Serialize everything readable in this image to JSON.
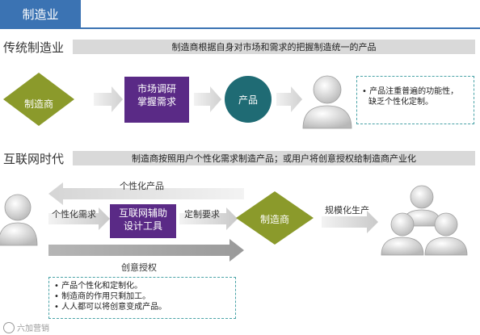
{
  "header": {
    "title": "制造业"
  },
  "traditional": {
    "label": "传统制造业",
    "description": "制造商根据自身对市场和需求的把握制造统一的产品",
    "manufacturer": "制造商",
    "research_line1": "市场调研",
    "research_line2": "掌握需求",
    "product": "产品",
    "note_lines": [
      "• 产品注重普遍的功能性，",
      "缺乏个性化定制。"
    ]
  },
  "internet": {
    "label": "互联网时代",
    "description": "制造商按照用户个性化需求制造产品；或用户将创意授权给制造商产业化",
    "personalized_product": "个性化产品",
    "personalized_demand": "个性化需求",
    "tool_line1": "互联网辅助",
    "tool_line2": "设计工具",
    "custom_request": "定制要求",
    "manufacturer": "制造商",
    "mass_production": "规模化生产",
    "creative_license": "创意授权",
    "note_lines": [
      "• 产品个性化和定制化。",
      "• 制造商的作用只剩加工。",
      "• 人人都可以将创意变成产品。"
    ]
  },
  "watermark": "六加营销"
}
